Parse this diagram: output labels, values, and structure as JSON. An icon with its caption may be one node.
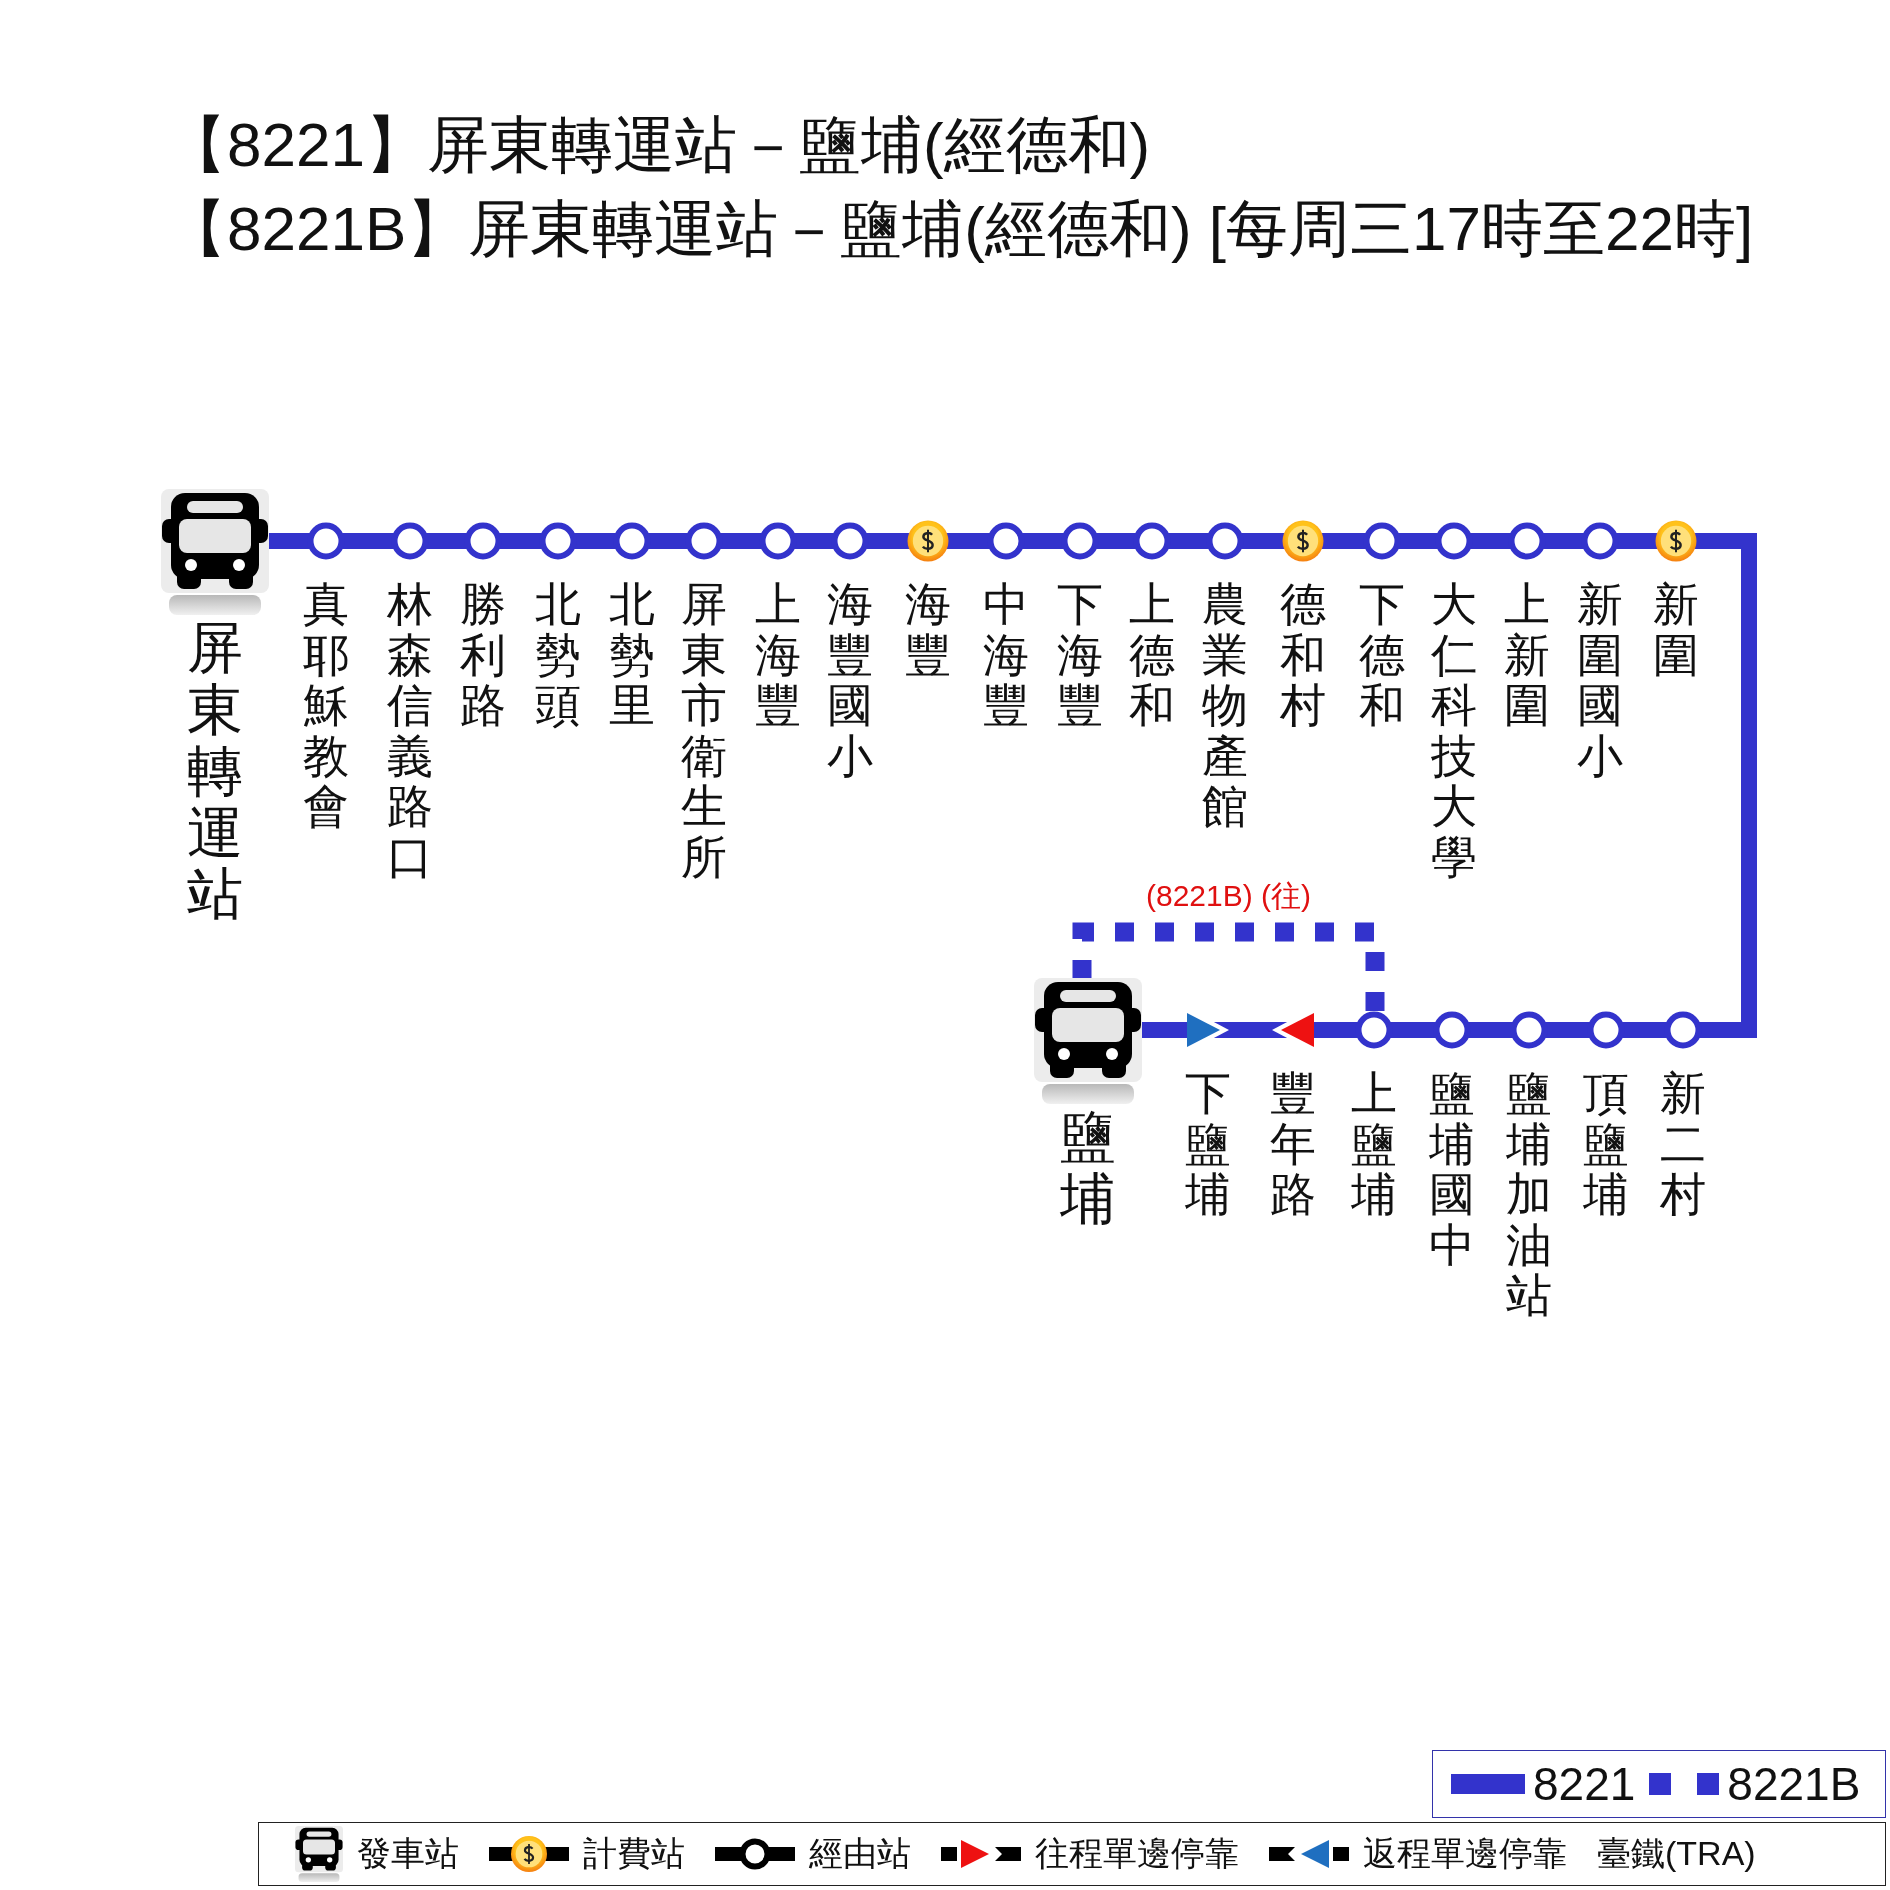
{
  "diagram": {
    "title": "【8221】屏東轉運站－鹽埔(經德和)",
    "nodes": [
      {
        "text": [
          "屏東轉運站"
        ]
      },
      {
        "text": [
          "真耶穌教會"
        ]
      },
      {
        "text": [
          "林森信義路口"
        ]
      },
      {
        "text": [
          "勝利路"
        ]
      },
      {
        "text": [
          "北勢頭"
        ]
      },
      {
        "text": [
          "北勢里"
        ]
      },
      {
        "text": [
          "屏東市衛生所"
        ]
      },
      {
        "text": [
          "上海豐"
        ]
      },
      {
        "text": [
          "海豐國小"
        ]
      },
      {
        "text": [
          "海豐"
        ]
      },
      {
        "text": [
          "中海豐"
        ]
      },
      {
        "text": [
          "下海豐"
        ]
      },
      {
        "text": [
          "上德和"
        ]
      },
      {
        "text": [
          "農業物產館"
        ]
      },
      {
        "text": [
          "德和村"
        ]
      },
      {
        "text": [
          "下德和"
        ]
      },
      {
        "text": [
          "大仁科技大學"
        ]
      },
      {
        "text": [
          "上新圍"
        ]
      },
      {
        "text": [
          "新圍國小"
        ]
      },
      {
        "text": [
          "新圍"
        ]
      },
      {
        "text": [
          "鹽埔"
        ]
      },
      {
        "text": [
          "下鹽埔"
        ]
      },
      {
        "text": [
          "豐年路"
        ]
      },
      {
        "text": [
          "上鹽埔"
        ]
      },
      {
        "text": [
          "鹽埔國中"
        ]
      },
      {
        "text": [
          "鹽埔加油站"
        ]
      },
      {
        "text": [
          "頂鹽埔"
        ]
      },
      {
        "text": [
          "新二村"
        ]
      }
    ],
    "edges": [
      {
        "from": 0,
        "to": 1,
        "arrow": "none"
      },
      {
        "from": 1,
        "to": 2,
        "arrow": "none"
      },
      {
        "from": 2,
        "to": 3,
        "arrow": "none"
      },
      {
        "from": 3,
        "to": 4,
        "arrow": "none"
      },
      {
        "from": 4,
        "to": 5,
        "arrow": "none"
      },
      {
        "from": 5,
        "to": 6,
        "arrow": "none"
      },
      {
        "from": 6,
        "to": 7,
        "arrow": "none"
      },
      {
        "from": 7,
        "to": 8,
        "arrow": "none"
      },
      {
        "from": 8,
        "to": 9,
        "arrow": "none"
      },
      {
        "from": 9,
        "to": 10,
        "arrow": "none"
      },
      {
        "from": 10,
        "to": 11,
        "arrow": "none"
      },
      {
        "from": 11,
        "to": 12,
        "arrow": "none"
      },
      {
        "from": 12,
        "to": 13,
        "arrow": "none"
      },
      {
        "from": 13,
        "to": 14,
        "arrow": "none"
      },
      {
        "from": 14,
        "to": 15,
        "arrow": "none"
      },
      {
        "from": 15,
        "to": 16,
        "arrow": "none"
      },
      {
        "from": 16,
        "to": 17,
        "arrow": "none"
      },
      {
        "from": 17,
        "to": 18,
        "arrow": "none"
      },
      {
        "from": 18,
        "to": 19,
        "arrow": "none"
      },
      {
        "from": 19,
        "to": 27,
        "arrow": "none"
      },
      {
        "from": 27,
        "to": 26,
        "arrow": "none"
      },
      {
        "from": 26,
        "to": 25,
        "arrow": "none"
      },
      {
        "from": 25,
        "to": 24,
        "arrow": "none"
      },
      {
        "from": 24,
        "to": 23,
        "arrow": "none"
      },
      {
        "from": 23,
        "to": 22,
        "arrow": "none"
      },
      {
        "from": 22,
        "to": 21,
        "arrow": "none"
      },
      {
        "from": 21,
        "to": 20,
        "arrow": "none"
      },
      {
        "from": 23,
        "to": 20,
        "arrow": "none",
        "style": "dashed",
        "label": "(8221B) (往)"
      }
    ],
    "labels": [
      "【8221B】屏東轉運站－鹽埔(經德和) [每周三17時至22時]"
    ],
    "legend": [
      {
        "text": "8221",
        "color": "#3333cc"
      },
      {
        "text": "8221B"
      },
      {
        "text": "發車站"
      },
      {
        "text": "計費站"
      },
      {
        "text": "經由站"
      },
      {
        "text": "往程單邊停靠"
      },
      {
        "text": "返程單邊停靠"
      },
      {
        "text": "臺鐵(TRA)"
      }
    ]
  }
}
